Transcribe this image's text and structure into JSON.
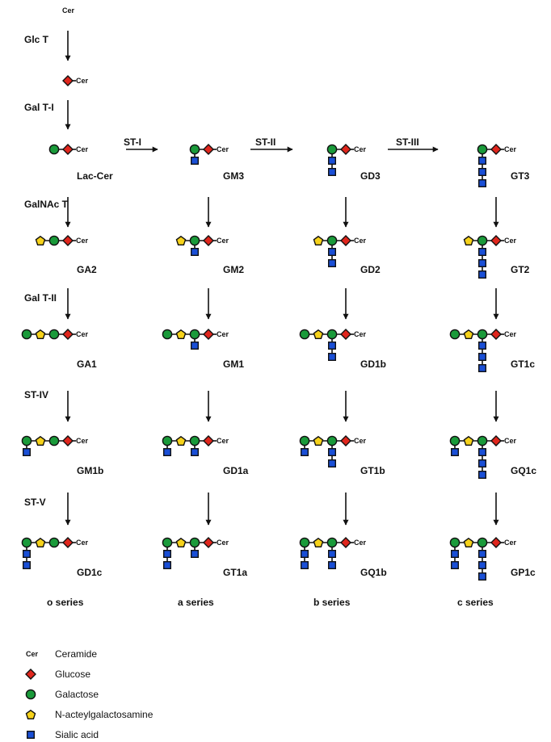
{
  "colors": {
    "glucose": "#e0261d",
    "galactose": "#1a9a3a",
    "galnac": "#f6d21a",
    "sialic": "#1a4fd6",
    "outline": "#111111"
  },
  "cer_label": "Cer",
  "enzymes": {
    "glc_t": "Glc T",
    "gal_t1": "Gal T-I",
    "galnac_t": "GalNAc T",
    "gal_t2": "Gal T-II",
    "st4": "ST-IV",
    "st5": "ST-V",
    "st1": "ST-I",
    "st2": "ST-II",
    "st3": "ST-III"
  },
  "structures": {
    "lac_cer": "Lac-Cer",
    "ga2": "GA2",
    "ga1": "GA1",
    "gm1b": "GM1b",
    "gd1c": "GD1c",
    "gm3": "GM3",
    "gm2": "GM2",
    "gm1": "GM1",
    "gd1a": "GD1a",
    "gt1a": "GT1a",
    "gd3": "GD3",
    "gd2": "GD2",
    "gd1b": "GD1b",
    "gt1b": "GT1b",
    "gq1b": "GQ1b",
    "gt3": "GT3",
    "gt2": "GT2",
    "gt1c": "GT1c",
    "gq1c": "GQ1c",
    "gp1c": "GP1c"
  },
  "series": {
    "o": "o series",
    "a": "a series",
    "b": "b series",
    "c": "c series"
  },
  "legend": [
    {
      "key": "cer",
      "symbol_text": "Cer",
      "label": "Ceramide"
    },
    {
      "key": "glucose",
      "symbol": "diamond",
      "label": "Glucose"
    },
    {
      "key": "galactose",
      "symbol": "circle",
      "label": "Galactose"
    },
    {
      "key": "galnac",
      "symbol": "pentagon",
      "label": "N-acteylgalactosamine"
    },
    {
      "key": "sialic",
      "symbol": "square",
      "label": "Sialic acid"
    }
  ]
}
